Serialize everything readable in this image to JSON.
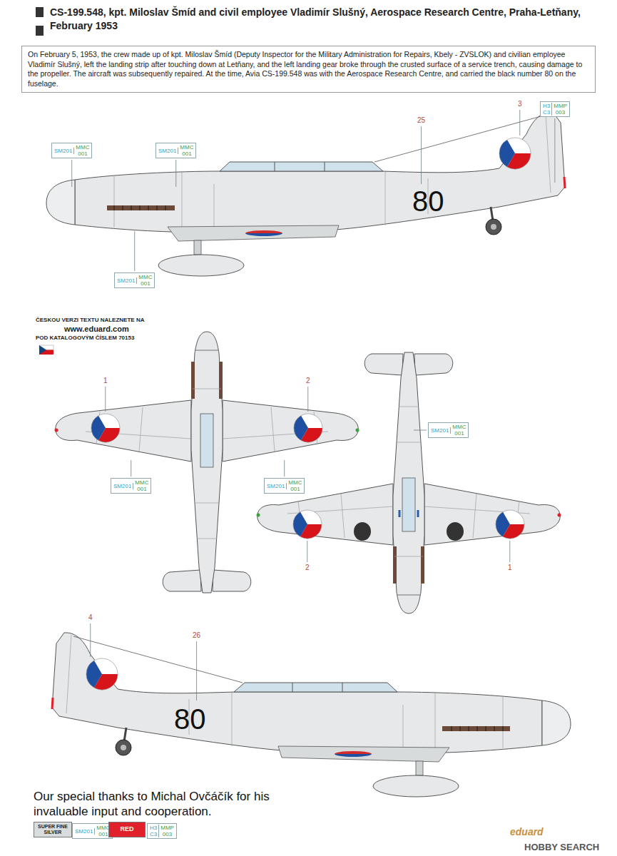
{
  "diagram": {
    "title": "CS-199.548, kpt. Miloslav Šmíd and civil employee Vladimír Slušný, Aerospace Research Centre, Praha-Letňany, February 1953",
    "caption": "On February 5, 1953, the crew made up of kpt. Miloslav Šmíd (Deputy Inspector for the Military Administration for Repairs, Kbely - ZVSLOK) and civilian employee Vladimír Slušný, left the landing strip after touching down at Letňany, and the left landing gear broke through the crusted surface of a service trench, causing damage to the propeller. The aircraft was subsequently repaired. At the time, Avia CS-199.548 was with the Aerospace Research Centre, and carried the black number 80 on the fuselage.",
    "nodes": [
      {
        "text": [
          "SM201",
          "MMC 001"
        ]
      },
      {
        "text": [
          "SM201",
          "MMC 001"
        ]
      },
      {
        "text": [
          "SM201",
          "MMC 001"
        ]
      },
      {
        "text": [
          "H3 C3",
          "MMP 003"
        ]
      },
      {
        "text": [
          "SM201",
          "MMC 001"
        ]
      },
      {
        "text": [
          "SM201",
          "MMC 001"
        ]
      },
      {
        "text": [
          "SM201",
          "MMC 001"
        ]
      },
      {
        "text": [
          "SM201",
          "MMC 001"
        ]
      },
      {
        "text": [
          "H3 C3",
          "MMP 003"
        ]
      }
    ],
    "labels": [
      "3",
      "25",
      "80",
      "1",
      "2",
      "2",
      "1",
      "4",
      "26",
      "80",
      "ČESKOU VERZI TEXTU NALEZNETE NA",
      "www.eduard.com",
      "POD KATALOGOVÝM ČÍSLEM 70153",
      "Our special thanks to Michal Ovčáčík for his invaluable input and cooperation.",
      "eduard",
      "HOBBY SEARCH"
    ],
    "legend": [
      {
        "text": "SUPER FINE SILVER",
        "color": "#d9dcdc"
      },
      {
        "text": "RED",
        "color": "#e0202a"
      }
    ]
  }
}
